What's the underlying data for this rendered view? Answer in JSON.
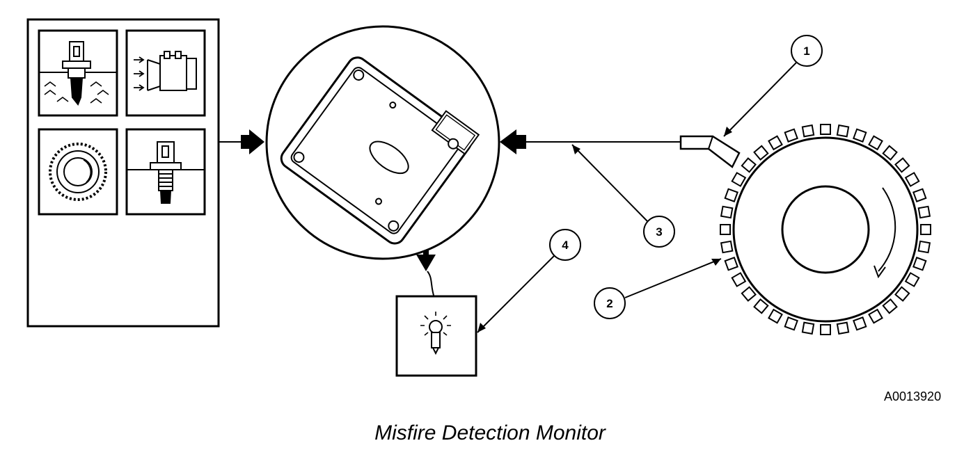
{
  "figure": {
    "caption": "Misfire Detection Monitor",
    "figure_id": "A0013920"
  },
  "callouts": [
    {
      "number": "1"
    },
    {
      "number": "2"
    },
    {
      "number": "3"
    },
    {
      "number": "4"
    }
  ],
  "colors": {
    "ink": "#000000",
    "paper": "#ffffff"
  }
}
